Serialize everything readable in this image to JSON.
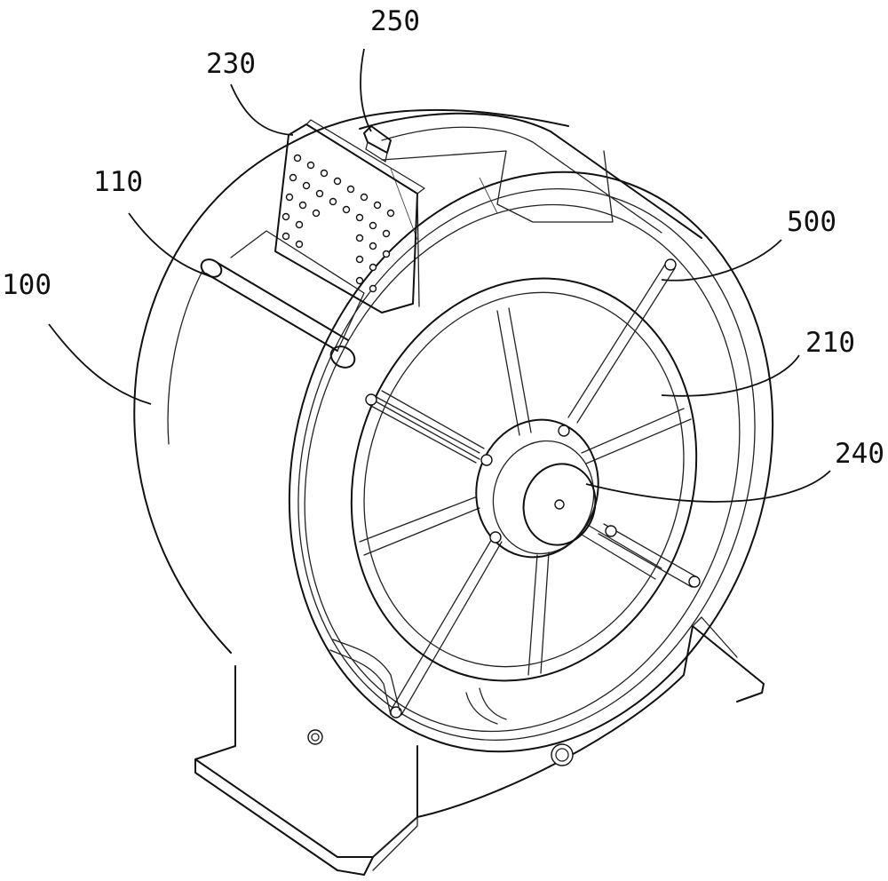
{
  "labels": {
    "l100": "100",
    "l110": "110",
    "l230": "230",
    "l250": "250",
    "l500": "500",
    "l210": "210",
    "l240": "240"
  }
}
